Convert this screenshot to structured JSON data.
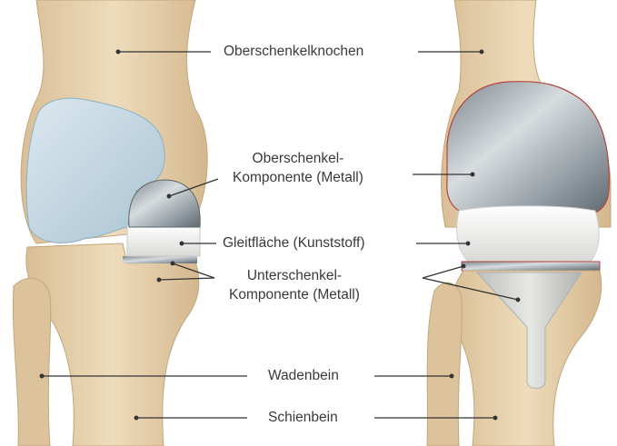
{
  "labels": {
    "femur": "Oberschenkelknochen",
    "femoral_component_line1": "Oberschenkel-",
    "femoral_component_line2": "Komponente (Metall)",
    "gliding_surface": "Gleitfläche (Kunststoff)",
    "tibial_component_line1": "Unterschenkel-",
    "tibial_component_line2": "Komponente (Metall)",
    "fibula": "Wadenbein",
    "tibia": "Schienbein"
  },
  "colors": {
    "bone": "#e8d3b0",
    "bone_shadow": "#cdb28a",
    "cartilage": "#c9dbe6",
    "metal": "#a9b2b8",
    "plastic": "#f1f1ef",
    "leader_line": "#333333",
    "text": "#3a3a3a"
  }
}
